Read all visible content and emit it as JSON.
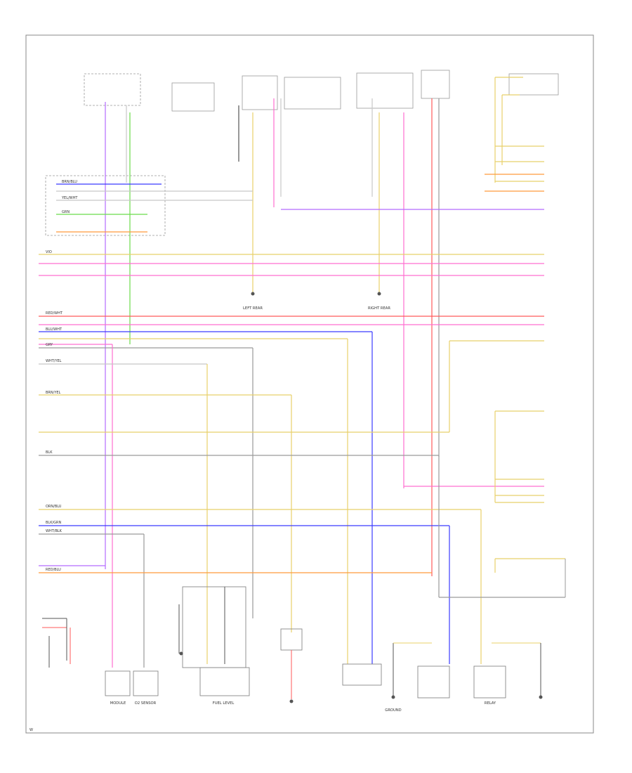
{
  "figure": {
    "corner_tag": "W",
    "frame_tag": ""
  },
  "colors": {
    "frame": "#888888",
    "wire_black": "#555555",
    "wire_white": "#c8c8c8",
    "wire_blue": "#3b3bff",
    "wire_red": "#ff5a5a",
    "wire_pink": "#ff6fd0",
    "wire_violet": "#b36bff",
    "wire_yellow": "#e8d06a",
    "wire_green": "#6bdc4a",
    "wire_orange": "#ff9a3c",
    "wire_brown": "#c9a36a",
    "wire_grey": "#9a9a9a"
  },
  "wire_codes": [
    "BRN/BLU",
    "YEL/WHT",
    "VIO",
    "RED/WHT",
    "GRN",
    "BLU/WHT",
    "BLK",
    "WHT/YEL",
    "BRN/YEL",
    "GRY",
    "BLK/GRN",
    "ORN/BLU",
    "RED/BLU",
    "WHT/BLK"
  ],
  "component_labels": [
    "LEFT REAR",
    "RIGHT REAR",
    "GROUND",
    "FUEL LEVEL",
    "O2 SENSOR",
    "RELAY",
    "MODULE"
  ],
  "legend": [
    "",
    "",
    "",
    ""
  ]
}
